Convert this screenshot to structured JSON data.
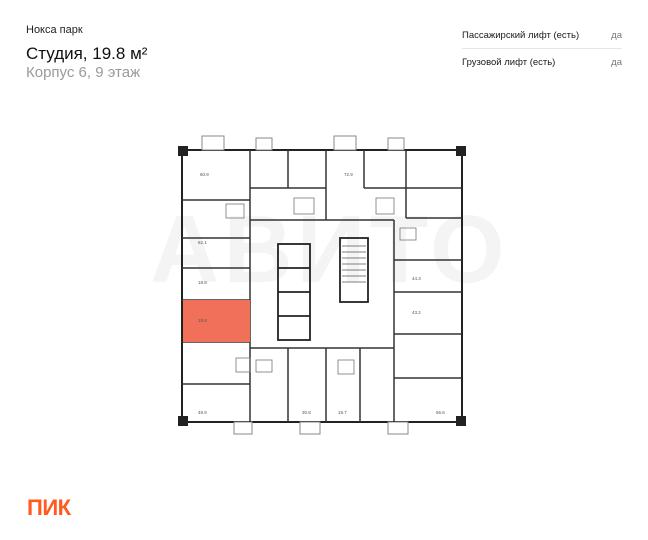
{
  "header": {
    "project_name": "Нокса парк",
    "apartment_title": "Студия, 19.8 м²",
    "building_floor": "Корпус 6, 9 этаж"
  },
  "properties": [
    {
      "label": "Пассажирский лифт (есть)",
      "value": "да"
    },
    {
      "label": "Грузовой лифт (есть)",
      "value": "да"
    }
  ],
  "floor_plan": {
    "highlight_color": "#f0705a",
    "areas": [
      "60.9",
      "72.9",
      "62.1",
      "18.8",
      "19.8",
      "48.9",
      "30.8",
      "19.7",
      "44.3",
      "43.2",
      "56.6"
    ]
  },
  "brand": {
    "logo": "ПИК",
    "logo_color": "#ff5a1f",
    "watermark": "АВИТО"
  }
}
